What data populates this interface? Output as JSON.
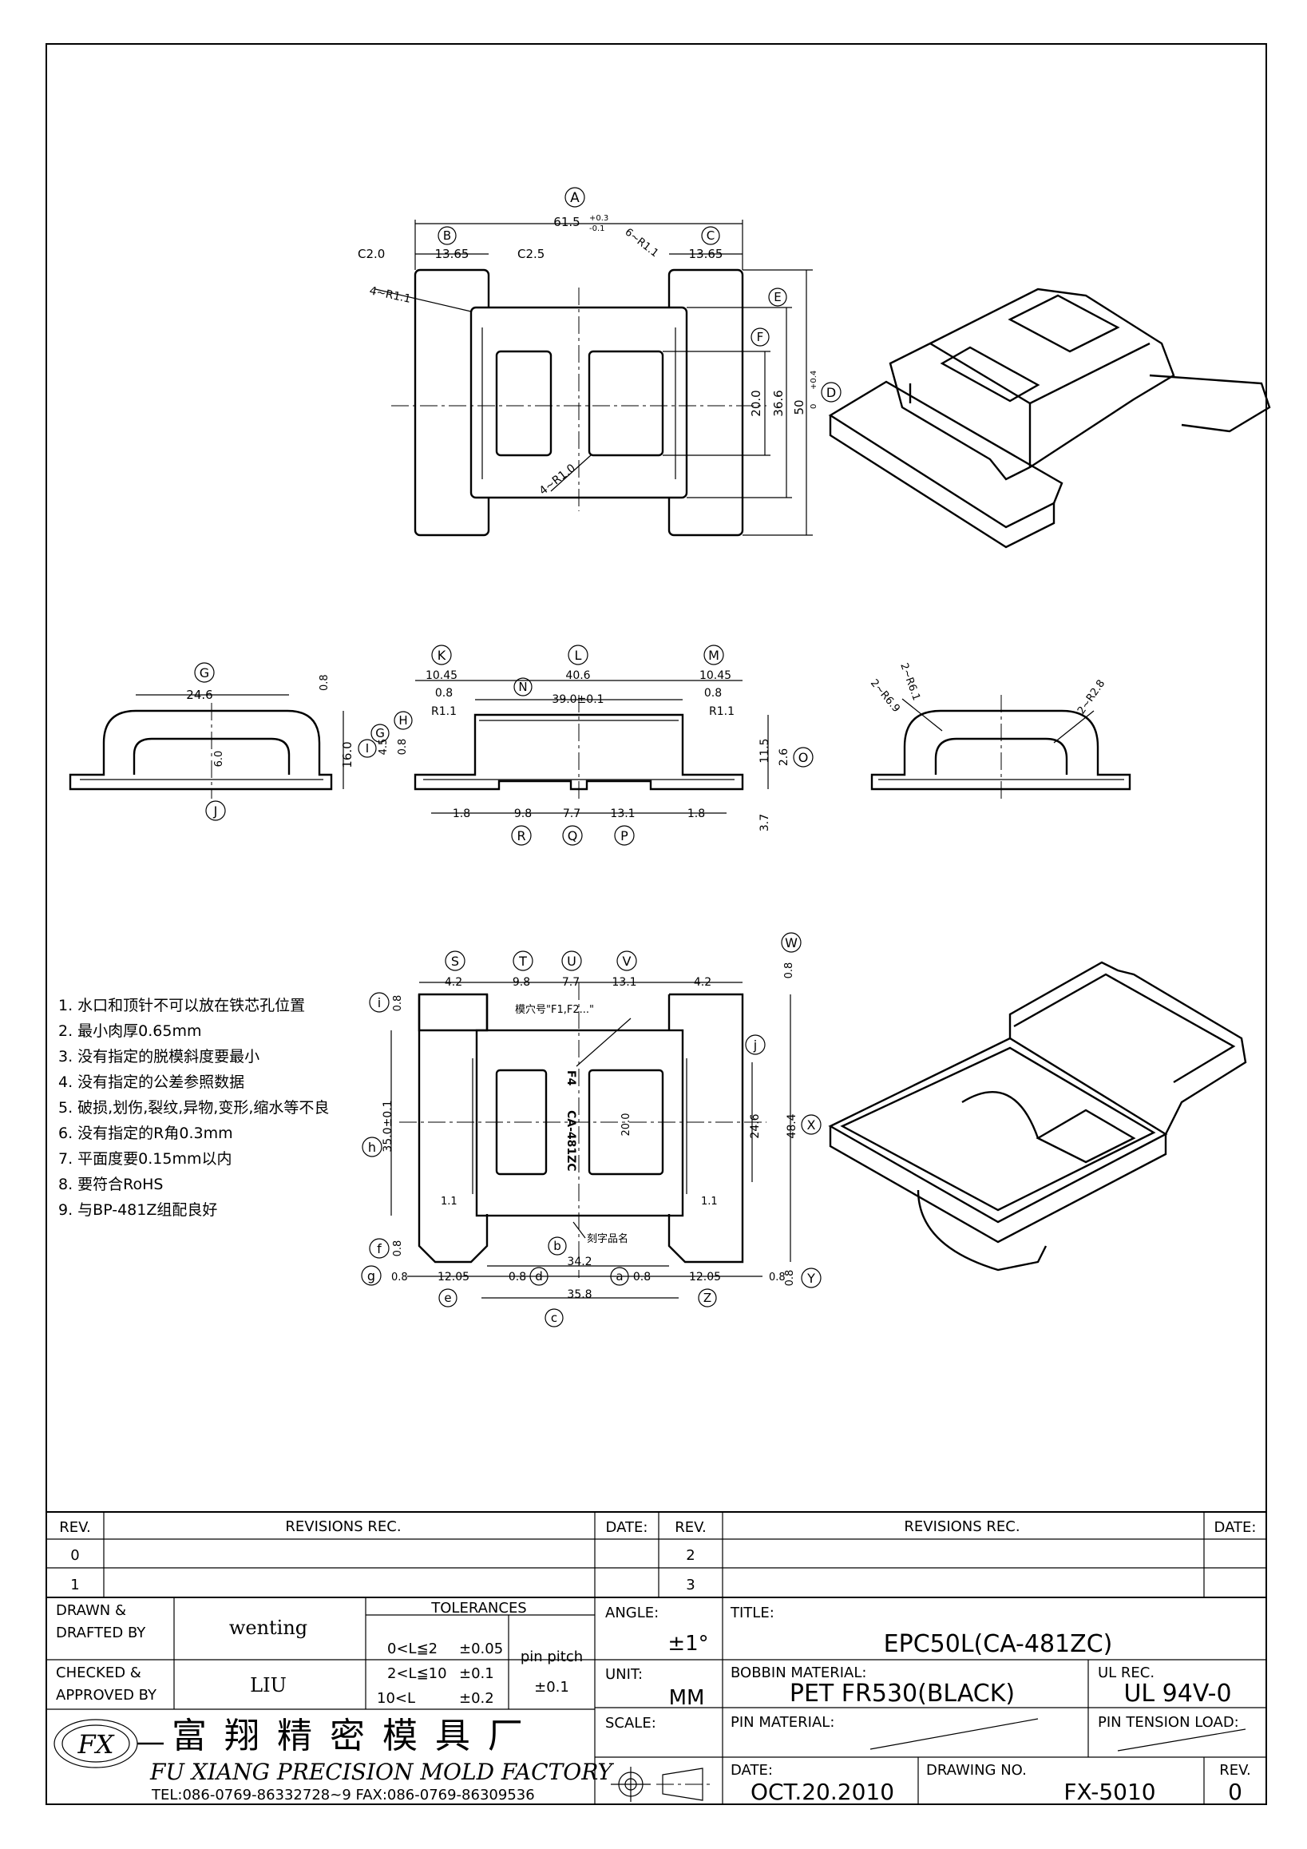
{
  "drawing": {
    "top_view": {
      "dims": {
        "overall_width": "61.5",
        "overall_tol_plus": "+0.3",
        "overall_tol_minus": "-0.1",
        "flange_left": "13.65",
        "flange_right": "13.65",
        "chamfer_a": "C2.0",
        "chamfer_b": "C2.5",
        "radius_corner": "4~R1.1",
        "radius_right": "6~R1.1",
        "radius_window": "4~R1.0",
        "height_window": "20.0",
        "height_body": "36.6",
        "height_total": "50",
        "height_tol_plus": "+0.4",
        "height_tol_minus": "0"
      },
      "callouts": [
        "A",
        "B",
        "C",
        "D",
        "E",
        "F"
      ]
    },
    "side_views": {
      "left": {
        "width": "24.6",
        "height": "16.0",
        "inner": "6.0",
        "d1": "4.5",
        "d2": "0.8",
        "d3": "0.8",
        "callouts": [
          "G",
          "H",
          "I",
          "J"
        ]
      },
      "middle": {
        "left_margin": "10.45",
        "body": "40.6",
        "right_margin": "10.45",
        "inner": "39.0±0.1",
        "wall_l": "0.8",
        "wall_r": "0.8",
        "radius_l": "R1.1",
        "radius_r": "R1.1",
        "h_body": "11.5",
        "h_base": "2.6",
        "h_step": "3.7",
        "pin_l": "1.8",
        "pin_w1": "9.8",
        "gap": "7.7",
        "pin_w2": "13.1",
        "pin_r": "1.8",
        "callouts": [
          "K",
          "L",
          "M",
          "N",
          "O",
          "P",
          "Q",
          "R"
        ]
      },
      "right": {
        "radius_a": "2~R6.9",
        "radius_b": "2~R6.1",
        "radius_c": "2~R2.8"
      }
    },
    "bottom_view": {
      "top_dims": [
        "4.2",
        "9.8",
        "7.7",
        "13.1",
        "4.2"
      ],
      "top_callouts": [
        "S",
        "T",
        "U",
        "V",
        "W"
      ],
      "w_dim": "0.8",
      "i_dim": "0.8",
      "j_dim": "24.6",
      "x_dim": "48.4",
      "h_dim": "35.0±0.1",
      "win_dim": "20.0",
      "f_dim": "0.8",
      "g_dim": "0.8",
      "y_dim": "0.8",
      "side_gap_l": "1.1",
      "side_gap_r": "1.1",
      "b_dim": "34.2",
      "c_dim": "35.8",
      "bottom_dims": [
        "12.05",
        "0.8",
        "0.8",
        "12.05"
      ],
      "cavity_note": "模穴号\"F1,F2...\"",
      "cavity_mark": "F4",
      "engrave_text": "CA-481ZC",
      "engrave_note": "刻字品名",
      "callouts": [
        "i",
        "j",
        "h",
        "f",
        "g",
        "e",
        "d",
        "b",
        "a",
        "c",
        "Z",
        "X",
        "Y"
      ]
    }
  },
  "notes": [
    "1. 水口和顶针不可以放在铁芯孔位置",
    "2. 最小肉厚0.65mm",
    "3. 没有指定的脱模斜度要最小",
    "4. 没有指定的公差参照数据",
    "5. 破损,划伤,裂纹,异物,变形,缩水等不良",
    "6. 没有指定的R角0.3mm",
    "7. 平面度要0.15mm以内",
    "8. 要符合RoHS",
    "9. 与BP-481Z组配良好"
  ],
  "revisions": {
    "rev_header": "REV.",
    "rec_header": "REVISIONS   REC.",
    "date_header": "DATE:",
    "left_revs": [
      "0",
      "1"
    ],
    "right_revs": [
      "2",
      "3"
    ]
  },
  "title_block": {
    "drawn_label": "DRAWN &",
    "drafted_label": "DRAFTED BY",
    "drawn_by": "wenting",
    "checked_label": "CHECKED &",
    "approved_label": "APPROVED BY",
    "checked_by": "LIU",
    "tolerances_label": "TOLERANCES",
    "tol_rows": [
      {
        "range": "0<L≦2",
        "tol": "±0.05"
      },
      {
        "range": "2<L≦10",
        "tol": "±0.1"
      },
      {
        "range": "10<L",
        "tol": "±0.2"
      }
    ],
    "pin_pitch_label": "pin pitch",
    "pin_pitch_tol": "±0.1",
    "angle_label": "ANGLE:",
    "angle_value": "±1°",
    "unit_label": "UNIT:",
    "unit_value": "MM",
    "scale_label": "SCALE:",
    "title_label": "TITLE:",
    "title_value": "EPC50L(CA-481ZC)",
    "bobbin_label": "BOBBIN MATERIAL:",
    "bobbin_value": "PET FR530(BLACK)",
    "ul_label": "UL REC.",
    "ul_value": "UL 94V-0",
    "pin_material_label": "PIN MATERIAL:",
    "pin_tension_label": "PIN TENSION LOAD:",
    "date_label": "DATE:",
    "date_value": "OCT.20.2010",
    "drawing_no_label": "DRAWING NO.",
    "drawing_no_value": "FX-5010",
    "rev_label": "REV.",
    "rev_value": "0",
    "company_cn": "富 翔 精 密 模 具 厂",
    "company_en": "FU XIANG PRECISION MOLD FACTORY",
    "company_contact": "TEL:086-0769-86332728~9  FAX:086-0769-86309536",
    "logo_text": "FX"
  }
}
